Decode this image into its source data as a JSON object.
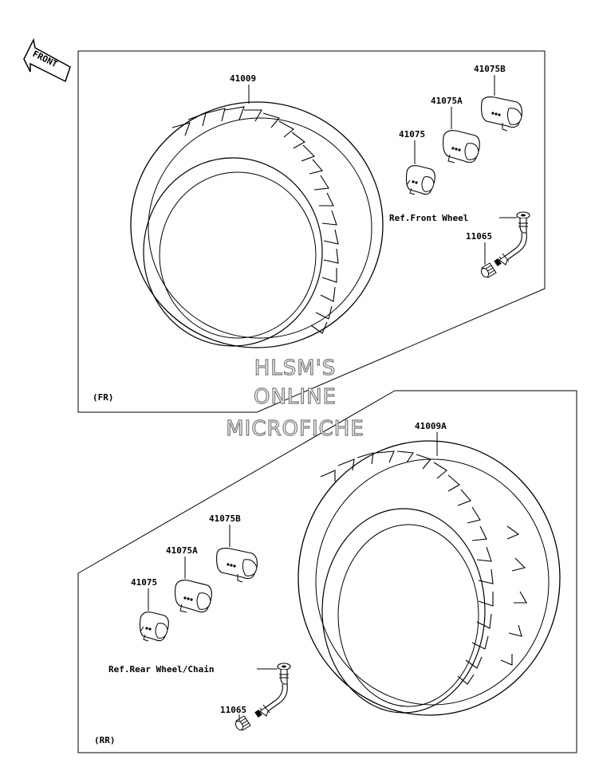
{
  "front_arrow": {
    "label": "FRONT"
  },
  "front_section": {
    "code": "(FR)",
    "callouts": {
      "tire": "41009",
      "weight_b": "41075B",
      "weight_a": "41075A",
      "weight": "41075",
      "ref": "Ref.Front Wheel",
      "valve": "11065"
    }
  },
  "rear_section": {
    "code": "(RR)",
    "callouts": {
      "tire": "41009A",
      "weight_b": "41075B",
      "weight_a": "41075A",
      "weight": "41075",
      "ref": "Ref.Rear Wheel/Chain",
      "valve": "11065"
    }
  },
  "watermark": {
    "line1": "HLSM'S",
    "line2": "ONLINE",
    "line3": "MICROFICHE"
  }
}
